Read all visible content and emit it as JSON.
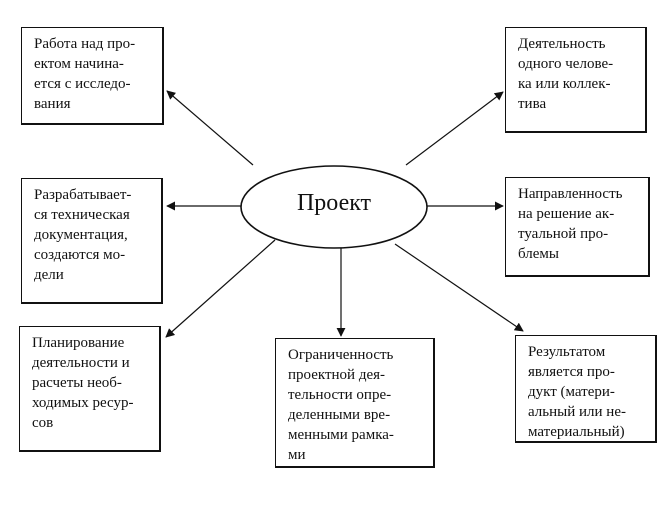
{
  "center": {
    "label": "Проект"
  },
  "boxes": [
    {
      "id": "b1",
      "lines": [
        "Работа над про-",
        "ектом начина-",
        "ется с исследо-",
        "вания"
      ]
    },
    {
      "id": "b2",
      "lines": [
        "Разрабатывает-",
        "ся техническая",
        "документация,",
        "создаются мо-",
        "дели"
      ]
    },
    {
      "id": "b3",
      "lines": [
        "Планирование",
        "деятельности и",
        "расчеты необ-",
        "ходимых ресур-",
        "сов"
      ]
    },
    {
      "id": "b4",
      "lines": [
        "Деятельность",
        "одного челове-",
        "ка или коллек-",
        "тива"
      ]
    },
    {
      "id": "b5",
      "lines": [
        "Направленность",
        "на решение ак-",
        "туальной про-",
        "блемы"
      ]
    },
    {
      "id": "b6",
      "lines": [
        "Результатом",
        "является про-",
        "дукт (матери-",
        "альный или не-",
        "материальный)"
      ]
    },
    {
      "id": "b7",
      "lines": [
        "Ограниченность",
        "проектной дея-",
        "тельности опре-",
        "деленными вре-",
        "менными рамка-",
        "ми"
      ]
    }
  ]
}
